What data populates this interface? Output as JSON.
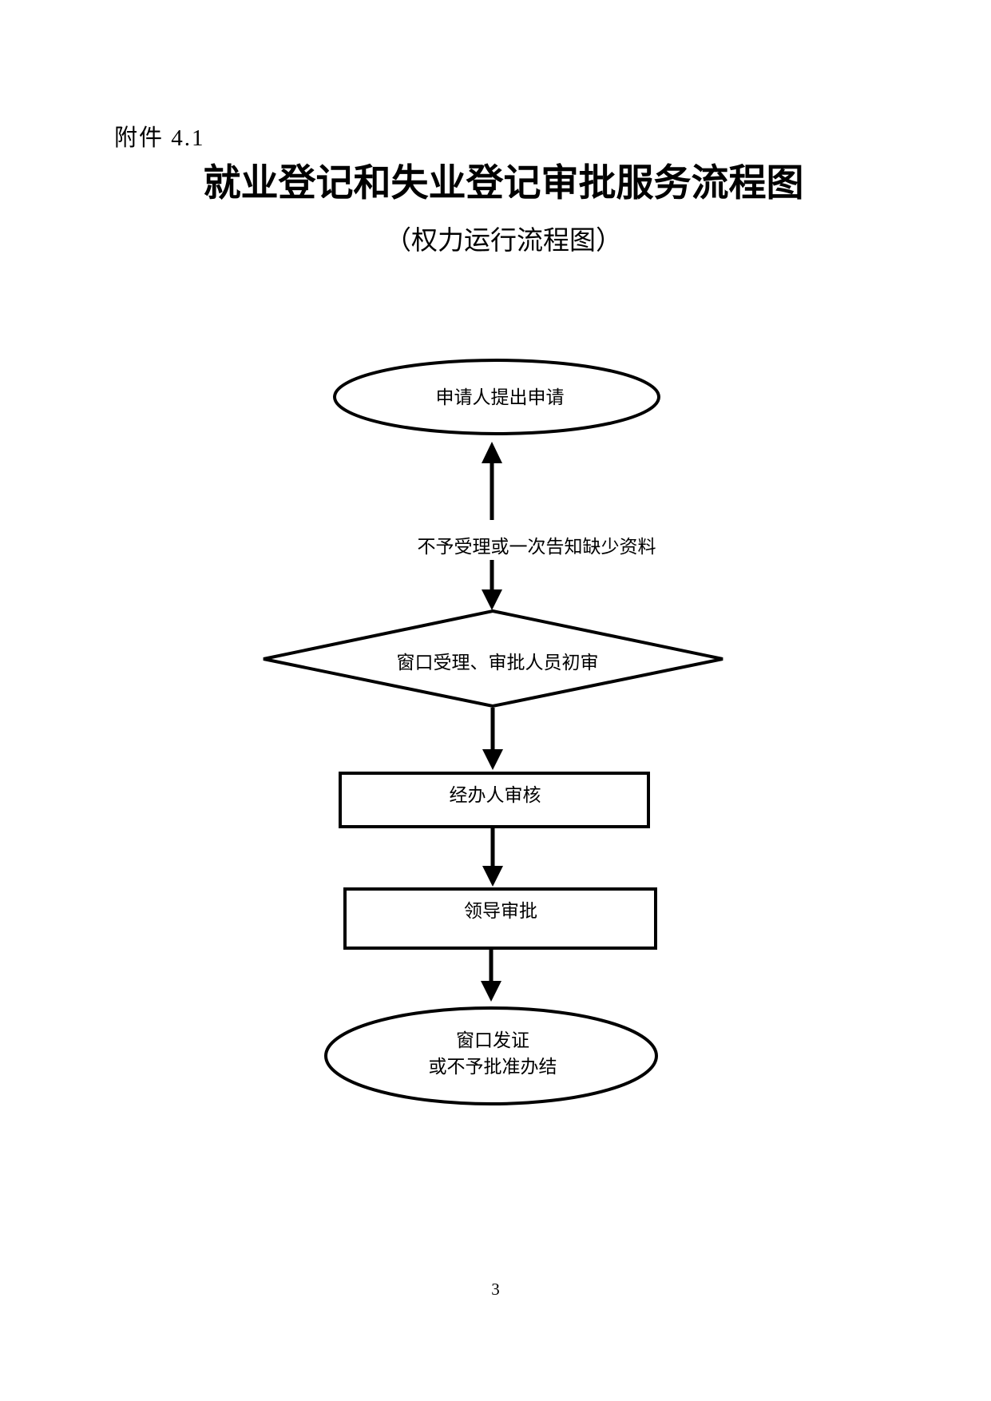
{
  "document": {
    "attachment_label": "附件 4.1",
    "title": "就业登记和失业登记审批服务流程图",
    "subtitle": "（权力运行流程图）",
    "page_number": "3"
  },
  "flowchart": {
    "start_label": "申请人提出申请",
    "return_label": "不予受理或一次告知缺少资料",
    "review_label": "窗口受理、审批人员初审",
    "handler_label": "经办人审核",
    "leader_label": "领导审批",
    "end_label_line1": "窗口发证",
    "end_label_line2": "或不予批准办结"
  },
  "colors": {
    "ink": "#000000",
    "paper": "#ffffff"
  }
}
